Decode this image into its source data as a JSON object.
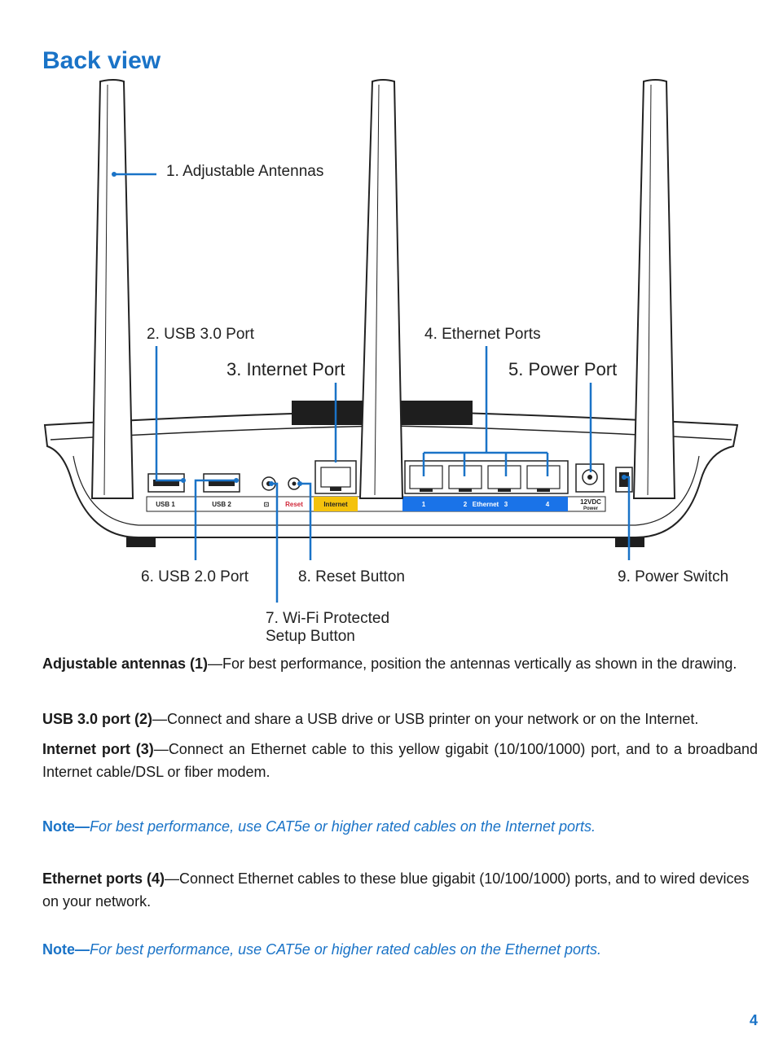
{
  "page": {
    "title": "Back view",
    "page_number": "4"
  },
  "diagram": {
    "callouts": [
      "1. Adjustable Antennas",
      "2. USB 3.0 Port",
      "3. Internet Port",
      "4. Ethernet Ports",
      "5. Power Port",
      "6. USB 2.0 Port",
      "7. Wi-Fi Protected",
      "Setup Button",
      "8. Reset Button",
      "9. Power Switch"
    ],
    "panel_labels": {
      "usb1": "USB 1",
      "usb2": "USB 2",
      "reset": "Reset",
      "internet": "Internet",
      "eth1": "1",
      "eth2": "2",
      "ethernet": "Ethernet",
      "eth3": "3",
      "eth4": "4",
      "power_v": "12VDC",
      "power_w": "Power"
    },
    "colors": {
      "accent": "#1a73c7",
      "internet_port": "#f4c20d",
      "ethernet_ports": "#1a73e8",
      "reset": "#d0283a"
    }
  },
  "sections": [
    {
      "heading": "Adjustable antennas (1)",
      "text": "—For best performance, position the antennas vertically as shown in the drawing."
    },
    {
      "heading": "USB 3.0 port (2)",
      "text": "—Connect and share a USB drive or USB printer on your network or on the Internet."
    },
    {
      "heading": "Internet port (3)",
      "text": "—Connect an Ethernet cable to this yellow gigabit (10/100/1000) port, and to a broadband Internet cable/DSL or fiber modem."
    },
    {
      "heading": "Ethernet ports (4)",
      "text": "—Connect Ethernet cables to these blue gigabit (10/100/1000) ports, and to wired devices on your network."
    }
  ],
  "notes": [
    {
      "label": "Note—",
      "text": "For best performance, use CAT5e or higher rated cables on the Internet ports."
    },
    {
      "label": "Note—",
      "text": "For best performance, use CAT5e or higher rated cables on the Ethernet ports."
    }
  ]
}
